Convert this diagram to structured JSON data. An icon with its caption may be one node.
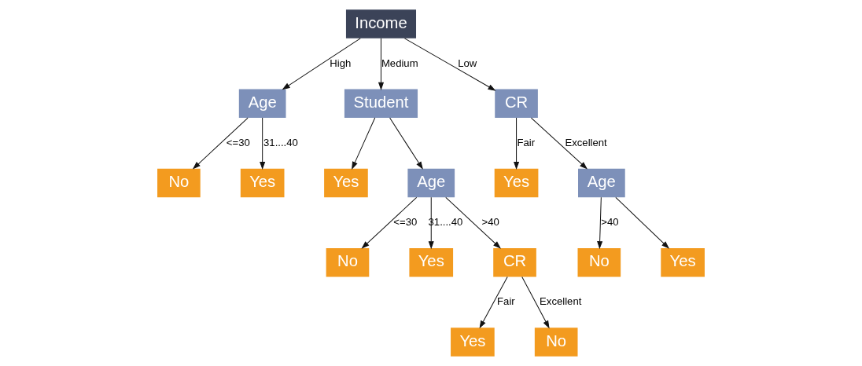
{
  "diagram": {
    "nodes": [
      {
        "text": [
          "Income"
        ]
      },
      {
        "text": [
          "Age"
        ]
      },
      {
        "text": [
          "Student"
        ]
      },
      {
        "text": [
          "CR"
        ]
      },
      {
        "text": [
          "No"
        ]
      },
      {
        "text": [
          "Yes"
        ]
      },
      {
        "text": [
          "Yes"
        ]
      },
      {
        "text": [
          "Age"
        ]
      },
      {
        "text": [
          "No"
        ]
      },
      {
        "text": [
          "Yes"
        ]
      },
      {
        "text": [
          "CR"
        ]
      },
      {
        "text": [
          "Yes"
        ]
      },
      {
        "text": [
          "No"
        ]
      },
      {
        "text": [
          "Yes"
        ]
      },
      {
        "text": [
          "Age"
        ]
      },
      {
        "text": [
          "No"
        ]
      },
      {
        "text": [
          "Yes"
        ]
      }
    ],
    "edges": [
      {
        "from": 0,
        "to": 1,
        "arrow": "to",
        "label": "High"
      },
      {
        "from": 0,
        "to": 2,
        "arrow": "to",
        "label": "Medium"
      },
      {
        "from": 0,
        "to": 3,
        "arrow": "to",
        "label": "Low"
      },
      {
        "from": 1,
        "to": 4,
        "arrow": "to",
        "label": "<=30"
      },
      {
        "from": 1,
        "to": 5,
        "arrow": "to",
        "label": "31....40"
      },
      {
        "from": 2,
        "to": 7,
        "arrow": "to"
      },
      {
        "from": 2,
        "to": 6,
        "arrow": "to"
      },
      {
        "from": 7,
        "to": 8,
        "arrow": "to",
        "label": "<=30"
      },
      {
        "from": 7,
        "to": 9,
        "arrow": "to",
        "label": "31....40"
      },
      {
        "from": 7,
        "to": 10,
        "arrow": "to",
        "label": ">40"
      },
      {
        "from": 10,
        "to": 11,
        "arrow": "to",
        "label": "Fair"
      },
      {
        "from": 10,
        "to": 12,
        "arrow": "to",
        "label": "Excellent"
      },
      {
        "from": 3,
        "to": 13,
        "arrow": "to",
        "label": "Fair"
      },
      {
        "from": 3,
        "to": 14,
        "arrow": "to",
        "label": "Excellent"
      },
      {
        "from": 14,
        "to": 15,
        "arrow": "to",
        "label": ">40"
      },
      {
        "from": 14,
        "to": 16,
        "arrow": "to"
      }
    ]
  }
}
